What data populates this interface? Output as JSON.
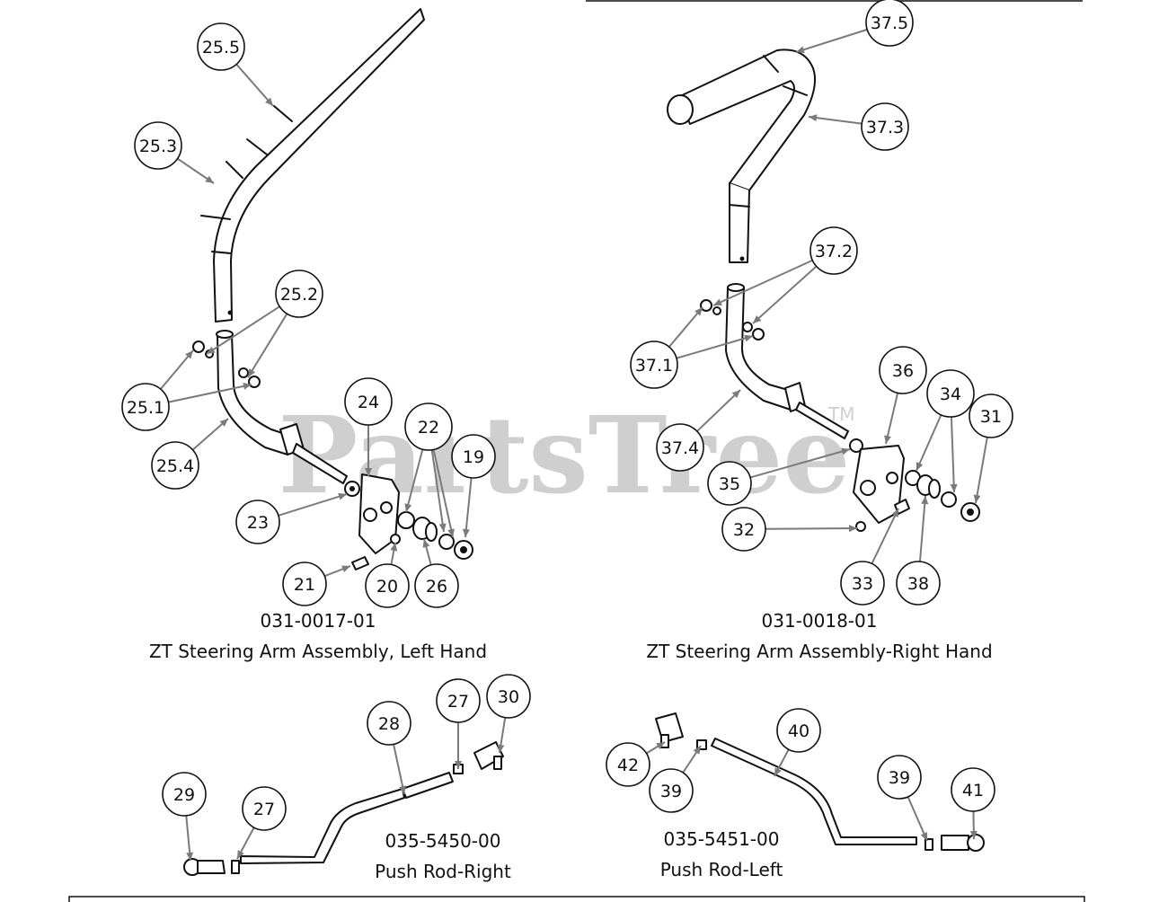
{
  "watermark": {
    "text": "PartsTree",
    "tm": "TM"
  },
  "assemblies": [
    {
      "part_number": "031-0017-01",
      "title": "ZT Steering Arm Assembly, Left Hand"
    },
    {
      "part_number": "031-0018-01",
      "title": "ZT Steering Arm Assembly-Right Hand"
    },
    {
      "part_number": "035-5450-00",
      "title": "Push Rod-Right"
    },
    {
      "part_number": "035-5451-00",
      "title": "Push Rod-Left"
    }
  ],
  "callouts": [
    "25.5",
    "25.3",
    "25.2",
    "25.1",
    "25.4",
    "24",
    "22",
    "19",
    "23",
    "21",
    "20",
    "26",
    "37.5",
    "37.3",
    "37.2",
    "37.1",
    "37.4",
    "36",
    "34",
    "31",
    "35",
    "32",
    "33",
    "38",
    "29",
    "27",
    "28",
    "27",
    "30",
    "42",
    "39",
    "40",
    "39",
    "41"
  ]
}
